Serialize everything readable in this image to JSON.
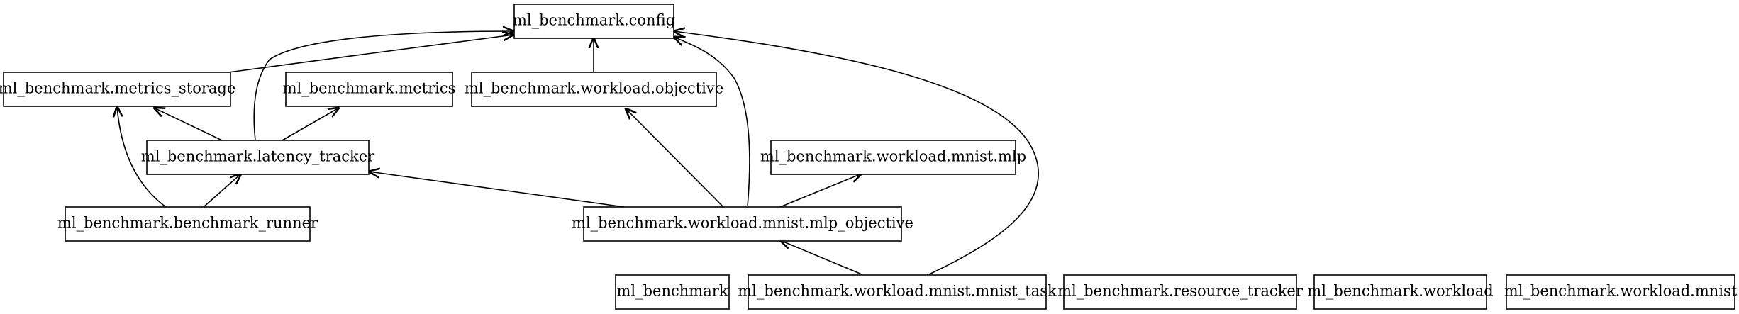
{
  "diagram": {
    "nodes": [
      {
        "id": "config",
        "label": "ml_benchmark.config"
      },
      {
        "id": "metrics_storage",
        "label": "ml_benchmark.metrics_storage"
      },
      {
        "id": "metrics",
        "label": "ml_benchmark.metrics"
      },
      {
        "id": "objective",
        "label": "ml_benchmark.workload.objective"
      },
      {
        "id": "latency_tracker",
        "label": "ml_benchmark.latency_tracker"
      },
      {
        "id": "mnist_mlp",
        "label": "ml_benchmark.workload.mnist.mlp"
      },
      {
        "id": "benchmark_runner",
        "label": "ml_benchmark.benchmark_runner"
      },
      {
        "id": "mlp_objective",
        "label": "ml_benchmark.workload.mnist.mlp_objective"
      },
      {
        "id": "ml_benchmark",
        "label": "ml_benchmark"
      },
      {
        "id": "mnist_task",
        "label": "ml_benchmark.workload.mnist.mnist_task"
      },
      {
        "id": "resource_tracker",
        "label": "ml_benchmark.resource_tracker"
      },
      {
        "id": "workload",
        "label": "ml_benchmark.workload"
      },
      {
        "id": "workload_mnist",
        "label": "ml_benchmark.workload.mnist"
      }
    ],
    "edges": [
      {
        "from": "metrics_storage",
        "to": "config"
      },
      {
        "from": "latency_tracker",
        "to": "config"
      },
      {
        "from": "objective",
        "to": "config"
      },
      {
        "from": "mlp_objective",
        "to": "config"
      },
      {
        "from": "mnist_task",
        "to": "config"
      },
      {
        "from": "latency_tracker",
        "to": "metrics_storage"
      },
      {
        "from": "latency_tracker",
        "to": "metrics"
      },
      {
        "from": "benchmark_runner",
        "to": "metrics_storage"
      },
      {
        "from": "benchmark_runner",
        "to": "latency_tracker"
      },
      {
        "from": "mlp_objective",
        "to": "latency_tracker"
      },
      {
        "from": "mlp_objective",
        "to": "objective"
      },
      {
        "from": "mlp_objective",
        "to": "mnist_mlp"
      },
      {
        "from": "mnist_task",
        "to": "mlp_objective"
      }
    ]
  }
}
